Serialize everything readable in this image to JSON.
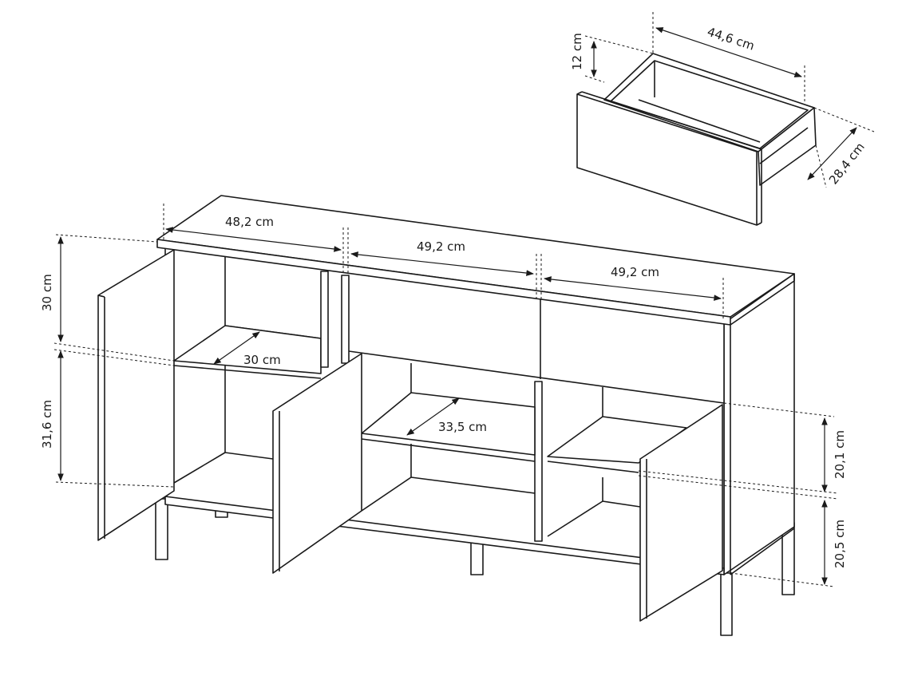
{
  "title": "Sideboard dimensions",
  "drawer": {
    "width": "44,6 cm",
    "height": "12 cm",
    "depth": "28,4 cm"
  },
  "cabinet": {
    "compartment_widths": [
      "48,2 cm",
      "49,2 cm",
      "49,2 cm"
    ],
    "upper_height": "30 cm",
    "lower_height": "31,6 cm",
    "shelf_depth_left": "30 cm",
    "shelf_depth_middle": "33,5 cm",
    "right_shelf_height": "20,1 cm",
    "leg_height": "20,5 cm"
  }
}
